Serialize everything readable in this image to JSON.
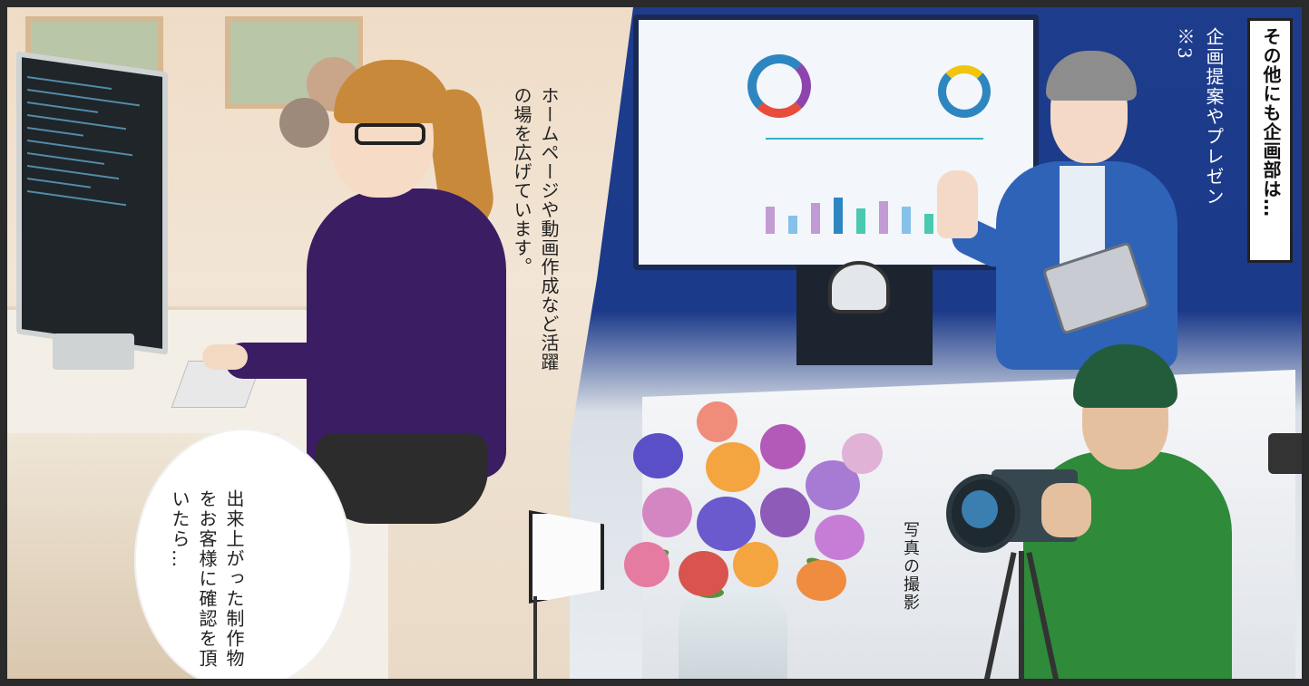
{
  "narration": {
    "left": "ホームページや動画作成など活躍の場を広げています。",
    "title": "その他にも企画部は…",
    "presentation": "企画提案やプレゼン※3",
    "photo": "写真の撮影"
  },
  "speech_bubble": {
    "text": "出来上がった制作物をお客様に確認を頂いたら…"
  },
  "colors": {
    "border": "#2a2a2a",
    "woman_sweater": "#3a1d62",
    "presenter_jacket": "#2f63b8",
    "cameraman_shirt": "#2f8a3a",
    "room_blue": "#1e3c8c"
  }
}
